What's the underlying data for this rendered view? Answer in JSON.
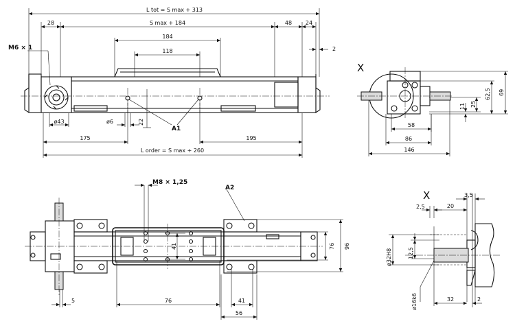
{
  "view1": {
    "l_tot": "L tot = S max + 313",
    "s_max": "S max + 184",
    "d28": "28",
    "d48": "48",
    "d24": "24",
    "d2": "2",
    "m6": "M6 × 1",
    "d184": "184",
    "d118": "118",
    "d43": "ø43",
    "d6": "ø6",
    "d22": "22",
    "a1": "A1",
    "d175": "175",
    "d195": "195",
    "l_order": "L order = S max + 260"
  },
  "view2": {
    "section": "X",
    "d11": "11",
    "d25": "25",
    "d62": "62,5",
    "d69": "69",
    "d58": "58",
    "d86": "86",
    "d146": "146"
  },
  "view3": {
    "m8": "M8 × 1,25",
    "a2": "A2",
    "d41v": "41",
    "d76v": "76",
    "d96": "96",
    "d5": "5",
    "d76h": "76",
    "d41h": "41",
    "d56": "56"
  },
  "view4": {
    "section": "X",
    "d35": "3,5",
    "d25": "2,5",
    "d20": "20",
    "d32h8": "ø32H8",
    "d125": "12,5",
    "d16k6": "ø16k6",
    "d32": "32",
    "d2": "2"
  }
}
